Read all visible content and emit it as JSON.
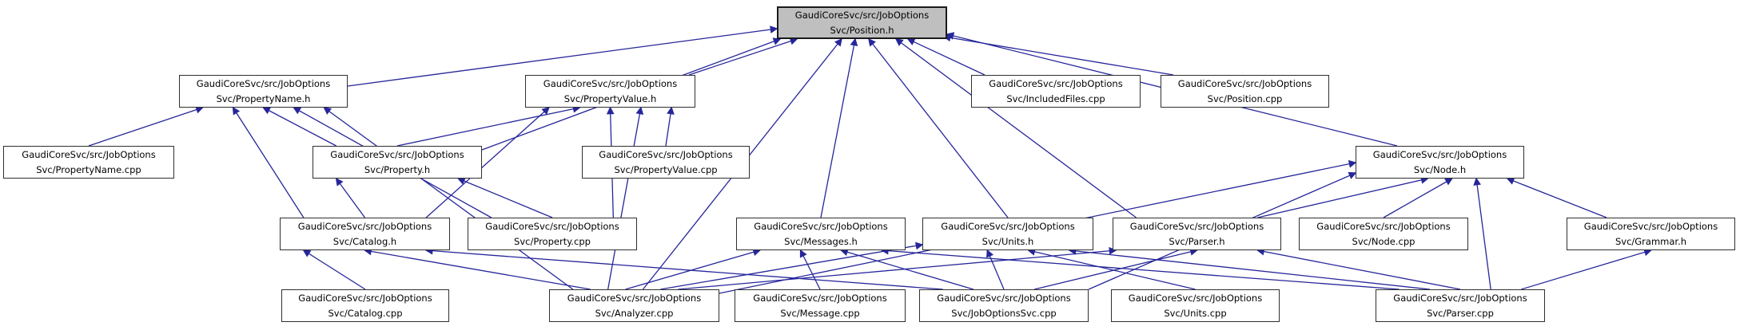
{
  "graph": {
    "root_id": "position_h",
    "colors": {
      "edge": "#26269a",
      "node_border": "#2f2f2f",
      "node_fill": "#ffffff",
      "root_fill": "#bfbfbf",
      "background": "#ffffff",
      "text": "#000000"
    },
    "nodes": [
      {
        "id": "position_h",
        "line1": "GaudiCoreSvc/src/JobOptions",
        "line2": "Svc/Position.h"
      },
      {
        "id": "propertyname_h",
        "line1": "GaudiCoreSvc/src/JobOptions",
        "line2": "Svc/PropertyName.h"
      },
      {
        "id": "propertyvalue_h",
        "line1": "GaudiCoreSvc/src/JobOptions",
        "line2": "Svc/PropertyValue.h"
      },
      {
        "id": "includedfiles_cpp",
        "line1": "GaudiCoreSvc/src/JobOptions",
        "line2": "Svc/IncludedFiles.cpp"
      },
      {
        "id": "position_cpp",
        "line1": "GaudiCoreSvc/src/JobOptions",
        "line2": "Svc/Position.cpp"
      },
      {
        "id": "propertyname_cpp",
        "line1": "GaudiCoreSvc/src/JobOptions",
        "line2": "Svc/PropertyName.cpp"
      },
      {
        "id": "property_h",
        "line1": "GaudiCoreSvc/src/JobOptions",
        "line2": "Svc/Property.h"
      },
      {
        "id": "propertyvalue_cpp",
        "line1": "GaudiCoreSvc/src/JobOptions",
        "line2": "Svc/PropertyValue.cpp"
      },
      {
        "id": "node_h",
        "line1": "GaudiCoreSvc/src/JobOptions",
        "line2": "Svc/Node.h"
      },
      {
        "id": "catalog_h",
        "line1": "GaudiCoreSvc/src/JobOptions",
        "line2": "Svc/Catalog.h"
      },
      {
        "id": "property_cpp",
        "line1": "GaudiCoreSvc/src/JobOptions",
        "line2": "Svc/Property.cpp"
      },
      {
        "id": "messages_h",
        "line1": "GaudiCoreSvc/src/JobOptions",
        "line2": "Svc/Messages.h"
      },
      {
        "id": "units_h",
        "line1": "GaudiCoreSvc/src/JobOptions",
        "line2": "Svc/Units.h"
      },
      {
        "id": "parser_h",
        "line1": "GaudiCoreSvc/src/JobOptions",
        "line2": "Svc/Parser.h"
      },
      {
        "id": "node_cpp",
        "line1": "GaudiCoreSvc/src/JobOptions",
        "line2": "Svc/Node.cpp"
      },
      {
        "id": "grammar_h",
        "line1": "GaudiCoreSvc/src/JobOptions",
        "line2": "Svc/Grammar.h"
      },
      {
        "id": "catalog_cpp",
        "line1": "GaudiCoreSvc/src/JobOptions",
        "line2": "Svc/Catalog.cpp"
      },
      {
        "id": "analyzer_cpp",
        "line1": "GaudiCoreSvc/src/JobOptions",
        "line2": "Svc/Analyzer.cpp"
      },
      {
        "id": "message_cpp",
        "line1": "GaudiCoreSvc/src/JobOptions",
        "line2": "Svc/Message.cpp"
      },
      {
        "id": "joboptionssvc_cpp",
        "line1": "GaudiCoreSvc/src/JobOptions",
        "line2": "Svc/JobOptionsSvc.cpp"
      },
      {
        "id": "units_cpp",
        "line1": "GaudiCoreSvc/src/JobOptions",
        "line2": "Svc/Units.cpp"
      },
      {
        "id": "parser_cpp",
        "line1": "GaudiCoreSvc/src/JobOptions",
        "line2": "Svc/Parser.cpp"
      }
    ],
    "edges": [
      {
        "from": "propertyname_h",
        "to": "position_h"
      },
      {
        "from": "property_h",
        "to": "position_h"
      },
      {
        "from": "propertyvalue_h",
        "to": "position_h"
      },
      {
        "from": "messages_h",
        "to": "position_h"
      },
      {
        "from": "analyzer_cpp",
        "to": "position_h"
      },
      {
        "from": "units_h",
        "to": "position_h"
      },
      {
        "from": "parser_h",
        "to": "position_h"
      },
      {
        "from": "includedfiles_cpp",
        "to": "position_h"
      },
      {
        "from": "position_cpp",
        "to": "position_h"
      },
      {
        "from": "node_h",
        "to": "position_h"
      },
      {
        "from": "propertyname_cpp",
        "to": "propertyname_h"
      },
      {
        "from": "property_h",
        "to": "propertyname_h"
      },
      {
        "from": "catalog_h",
        "to": "propertyname_h"
      },
      {
        "from": "analyzer_cpp",
        "to": "propertyname_h"
      },
      {
        "from": "property_cpp",
        "to": "propertyname_h"
      },
      {
        "from": "property_h",
        "to": "propertyvalue_h"
      },
      {
        "from": "catalog_h",
        "to": "propertyvalue_h"
      },
      {
        "from": "property_cpp",
        "to": "propertyvalue_h"
      },
      {
        "from": "propertyvalue_cpp",
        "to": "propertyvalue_h"
      },
      {
        "from": "analyzer_cpp",
        "to": "propertyvalue_h"
      },
      {
        "from": "catalog_h",
        "to": "property_h"
      },
      {
        "from": "property_cpp",
        "to": "property_h"
      },
      {
        "from": "analyzer_cpp",
        "to": "node_h"
      },
      {
        "from": "joboptionssvc_cpp",
        "to": "node_h"
      },
      {
        "from": "parser_h",
        "to": "node_h"
      },
      {
        "from": "node_cpp",
        "to": "node_h"
      },
      {
        "from": "parser_cpp",
        "to": "node_h"
      },
      {
        "from": "grammar_h",
        "to": "node_h"
      },
      {
        "from": "catalog_cpp",
        "to": "catalog_h"
      },
      {
        "from": "analyzer_cpp",
        "to": "catalog_h"
      },
      {
        "from": "joboptionssvc_cpp",
        "to": "catalog_h"
      },
      {
        "from": "analyzer_cpp",
        "to": "messages_h"
      },
      {
        "from": "message_cpp",
        "to": "messages_h"
      },
      {
        "from": "joboptionssvc_cpp",
        "to": "messages_h"
      },
      {
        "from": "parser_cpp",
        "to": "messages_h"
      },
      {
        "from": "analyzer_cpp",
        "to": "units_h"
      },
      {
        "from": "joboptionssvc_cpp",
        "to": "units_h"
      },
      {
        "from": "units_cpp",
        "to": "units_h"
      },
      {
        "from": "parser_cpp",
        "to": "units_h"
      },
      {
        "from": "analyzer_cpp",
        "to": "parser_h"
      },
      {
        "from": "joboptionssvc_cpp",
        "to": "parser_h"
      },
      {
        "from": "parser_cpp",
        "to": "parser_h"
      },
      {
        "from": "parser_cpp",
        "to": "grammar_h"
      }
    ]
  }
}
